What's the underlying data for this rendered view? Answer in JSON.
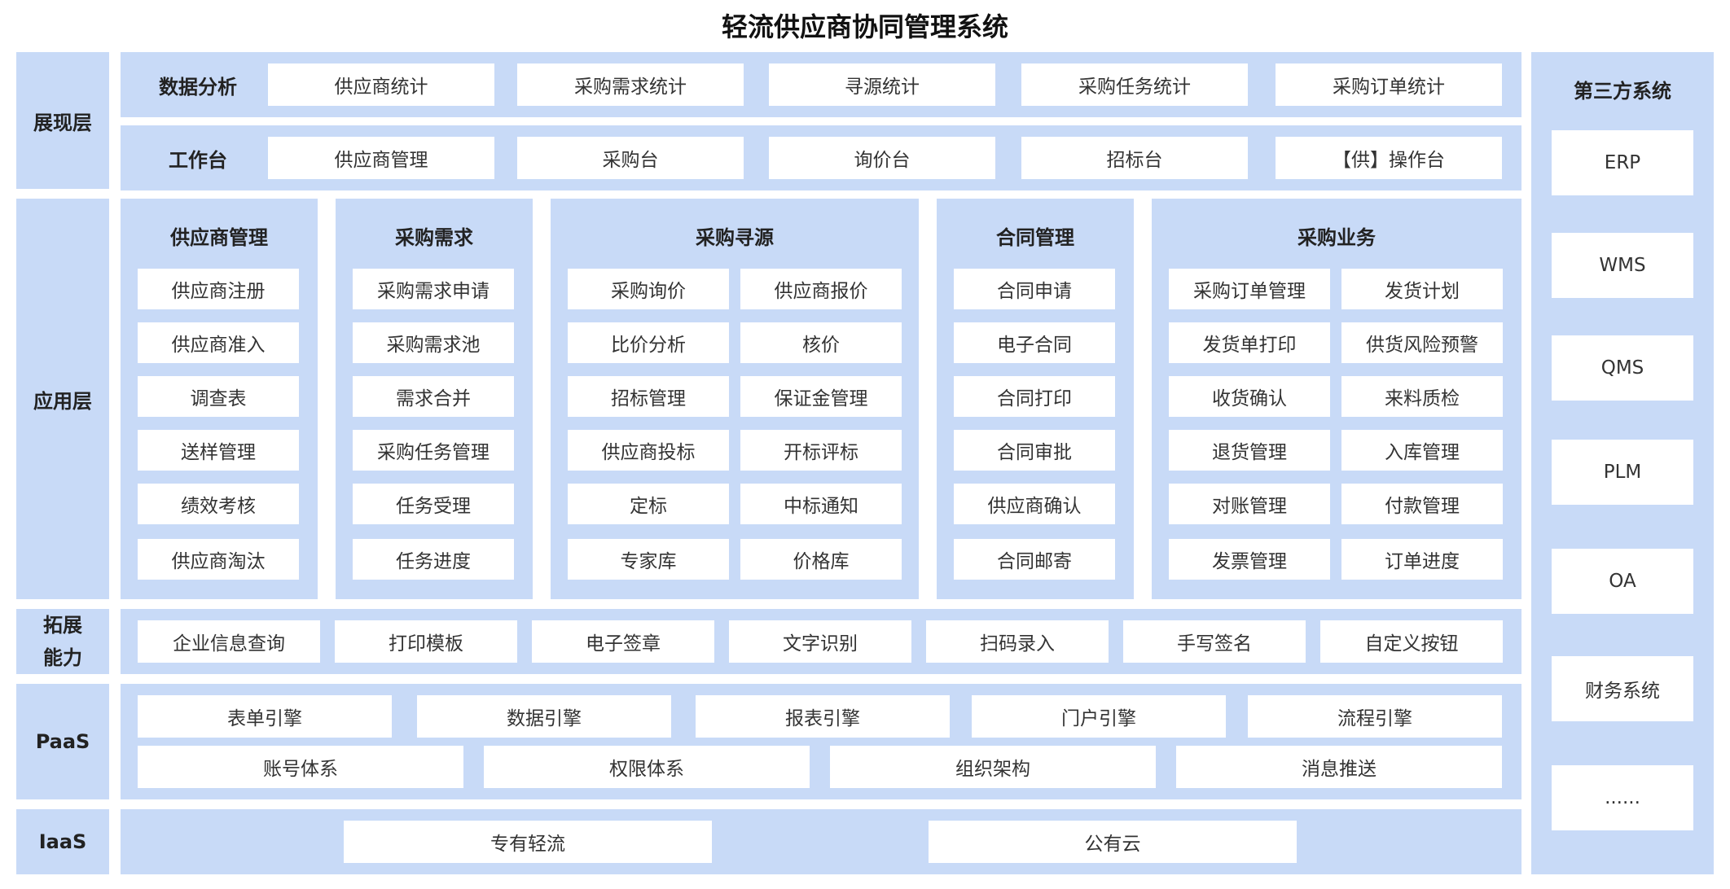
{
  "title": "轻流供应商协同管理系统",
  "layers": {
    "presentation": "展现层",
    "application": "应用层",
    "extension": "拓展能力",
    "paas": "PaaS",
    "iaas": "IaaS"
  },
  "presentation": {
    "data_analysis": {
      "label": "数据分析",
      "items": [
        "供应商统计",
        "采购需求统计",
        "寻源统计",
        "采购任务统计",
        "采购订单统计"
      ]
    },
    "workbench": {
      "label": "工作台",
      "items": [
        "供应商管理",
        "采购台",
        "询价台",
        "招标台",
        "【供】操作台"
      ]
    }
  },
  "application": {
    "supplier_mgmt": {
      "title": "供应商管理",
      "items": [
        "供应商注册",
        "供应商准入",
        "调查表",
        "送样管理",
        "绩效考核",
        "供应商淘汰"
      ]
    },
    "purchase_demand": {
      "title": "采购需求",
      "items": [
        "采购需求申请",
        "采购需求池",
        "需求合并",
        "采购任务管理",
        "任务受理",
        "任务进度"
      ]
    },
    "sourcing": {
      "title": "采购寻源",
      "items": [
        "采购询价",
        "供应商报价",
        "比价分析",
        "核价",
        "招标管理",
        "保证金管理",
        "供应商投标",
        "开标评标",
        "定标",
        "中标通知",
        "专家库",
        "价格库"
      ]
    },
    "contract": {
      "title": "合同管理",
      "items": [
        "合同申请",
        "电子合同",
        "合同打印",
        "合同审批",
        "供应商确认",
        "合同邮寄"
      ]
    },
    "business": {
      "title": "采购业务",
      "items": [
        "采购订单管理",
        "发货计划",
        "发货单打印",
        "供货风险预警",
        "收货确认",
        "来料质检",
        "退货管理",
        "入库管理",
        "对账管理",
        "付款管理",
        "发票管理",
        "订单进度"
      ]
    }
  },
  "extension": {
    "label_line1": "拓展",
    "label_line2": "能力",
    "items": [
      "企业信息查询",
      "打印模板",
      "电子签章",
      "文字识别",
      "扫码录入",
      "手写签名",
      "自定义按钮"
    ]
  },
  "paas": {
    "row1": [
      "表单引擎",
      "数据引擎",
      "报表引擎",
      "门户引擎",
      "流程引擎"
    ],
    "row2": [
      "账号体系",
      "权限体系",
      "组织架构",
      "消息推送"
    ]
  },
  "iaas": {
    "items": [
      "专有轻流",
      "公有云"
    ]
  },
  "third_party": {
    "title": "第三方系统",
    "items": [
      "ERP",
      "WMS",
      "QMS",
      "PLM",
      "OA",
      "财务系统",
      "......"
    ]
  },
  "colors": {
    "band": "#c8daf7",
    "box": "#ffffff",
    "text": "#222222"
  }
}
